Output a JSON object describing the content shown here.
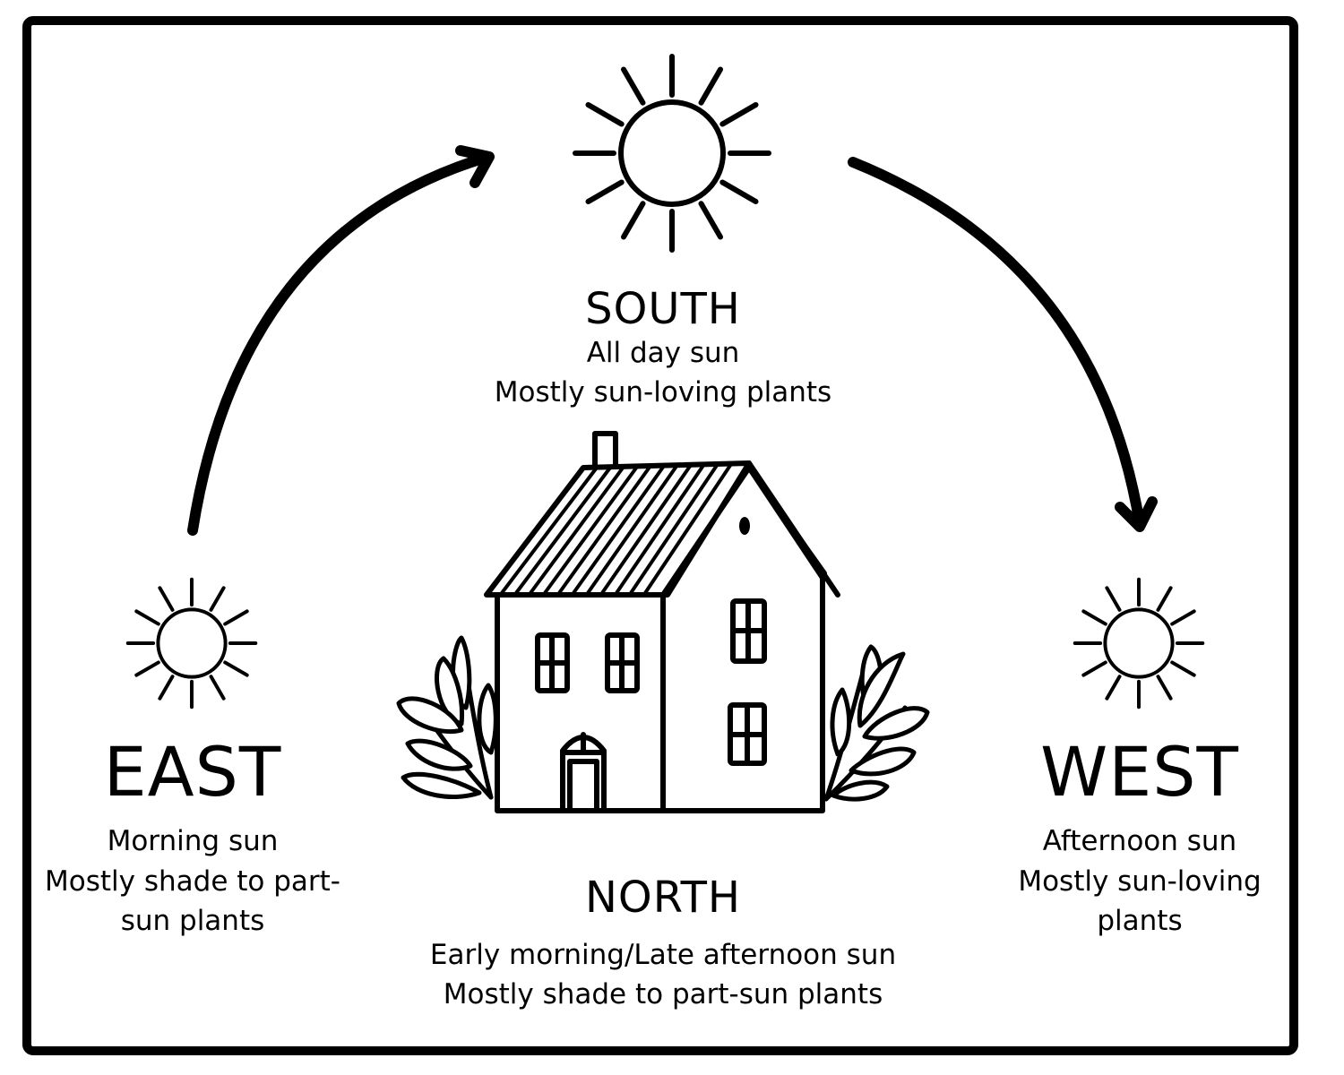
{
  "diagram": {
    "colors": {
      "stroke": "#000000",
      "background": "#ffffff"
    },
    "south": {
      "heading": "SOUTH",
      "lines": [
        "All day sun",
        "Mostly sun-loving plants"
      ]
    },
    "east": {
      "heading": "EAST",
      "lines": [
        "Morning sun",
        "Mostly shade to part-",
        "sun plants"
      ]
    },
    "west": {
      "heading": "WEST",
      "lines": [
        "Afternoon sun",
        "Mostly sun-loving",
        "plants"
      ]
    },
    "north": {
      "heading": "NORTH",
      "lines": [
        "Early morning/Late afternoon sun",
        "Mostly shade to part-sun plants"
      ]
    },
    "icons": [
      "sun-icon",
      "arrow-icon",
      "house-icon",
      "leaf-icon"
    ]
  }
}
